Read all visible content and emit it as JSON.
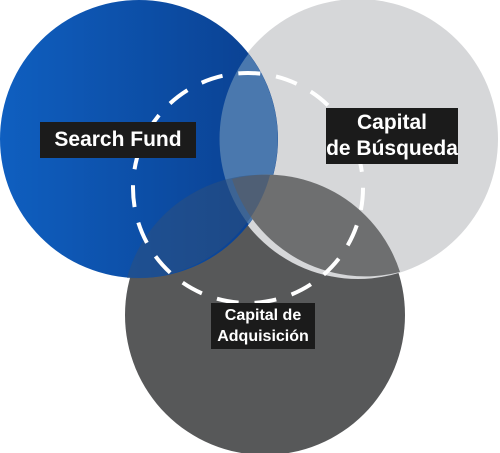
{
  "diagram": {
    "circles": [
      {
        "id": "search-fund",
        "label": "Search Fund",
        "color": "#0f59b8"
      },
      {
        "id": "capital-busqueda",
        "label": [
          "Capital",
          "de Búsqueda"
        ],
        "color": "#d6d7d9"
      },
      {
        "id": "capital-adquisicion",
        "label": [
          "Capital de",
          "Adquisición"
        ],
        "color": "#575859"
      }
    ],
    "dashed_ring_color": "#ffffff",
    "label_background": "#1b1b1b"
  }
}
